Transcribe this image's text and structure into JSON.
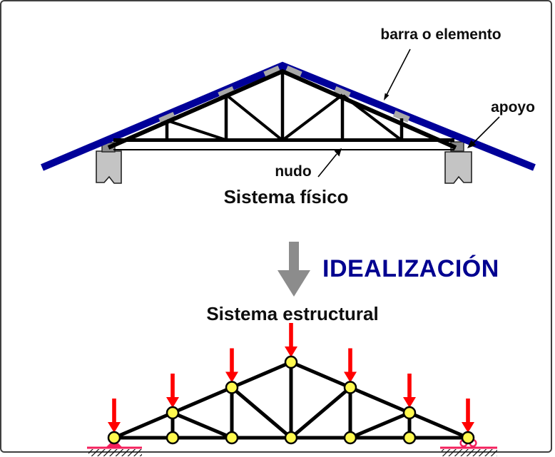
{
  "page": {
    "background": "#FFFFFF",
    "frame_color": "#3F3F3F"
  },
  "physical_system": {
    "caption": "Sistema físico",
    "label_bar": "barra o elemento",
    "label_support": "apoyo",
    "label_joint": "nudo",
    "colors": {
      "roof_bar_blue": "#000099",
      "truss_black": "#000000",
      "column_gray": "#C4C4C4",
      "bearing_pad_gray": "#8C8C8C",
      "gusset_gray": "#A8A8A8"
    }
  },
  "idealization": {
    "label": "IDEALIZACIÓN",
    "label_color": "#000090",
    "arrow_color": "#8C8C8C"
  },
  "structural_system": {
    "caption": "Sistema estructural",
    "node_count": 12,
    "load_arrow_count": 7,
    "support_left": "pinned-support",
    "support_right": "roller-support",
    "colors": {
      "node_yellow": "#FFF94F",
      "member_black": "#000000",
      "load_red": "#FF0000",
      "support_red": "#F4205C"
    }
  }
}
